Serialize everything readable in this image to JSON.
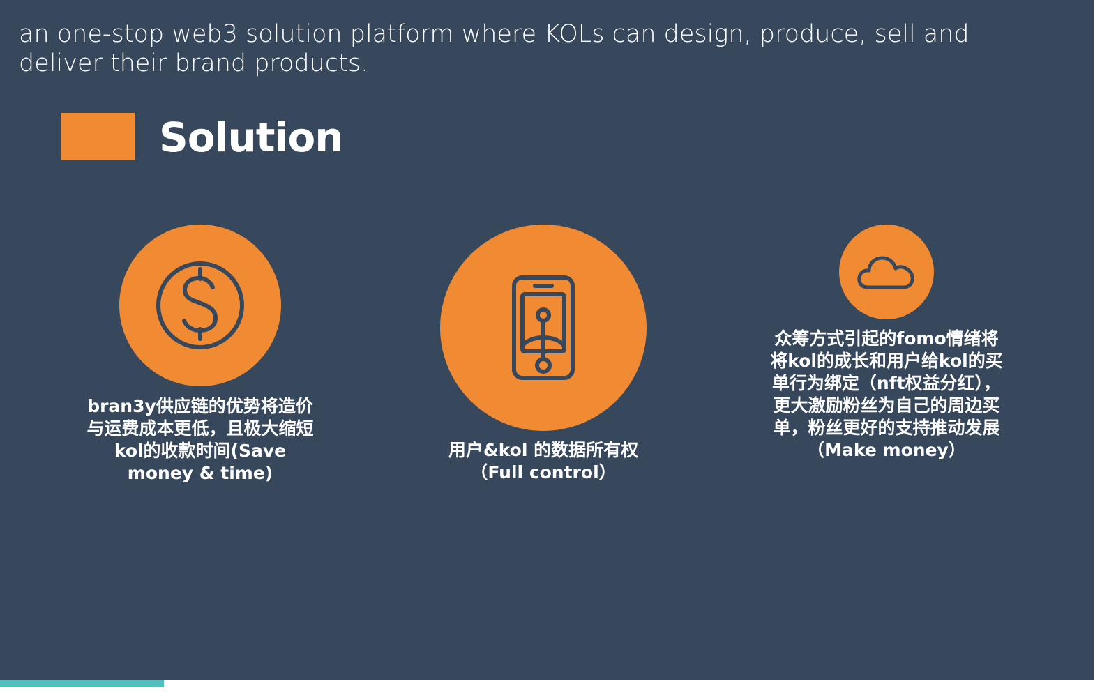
{
  "slide": {
    "intro_text": "an one-stop web3 solution platform where KOLs can design, produce, sell and deliver their brand products.",
    "section_title": "Solution",
    "items": [
      {
        "icon": "dollar-icon",
        "caption": "bran3y供应链的优势将造价与运费成本更低，且极大缩短kol的收款时间(Save money & time)"
      },
      {
        "icon": "smartphone-icon",
        "caption": "用户&kol 的数据所有权（Full control）"
      },
      {
        "icon": "cloud-icon",
        "caption": "众筹方式引起的fomo情绪将将kol的成长和用户给kol的买单行为绑定（nft权益分红），更大激励粉丝为自己的周边买单，粉丝更好的支持推动发展 （Make money）"
      }
    ]
  },
  "progress": {
    "fraction": 0.15
  },
  "colors": {
    "background": "#37475c",
    "accent": "#f08b33",
    "icon_stroke": "#37475c",
    "progress": "#4fc1bd",
    "text": "#ffffff"
  }
}
